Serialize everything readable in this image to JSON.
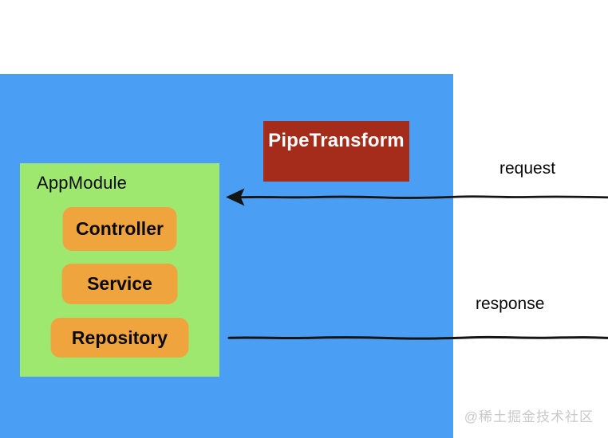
{
  "colors": {
    "canvas-bg": "#ffffff",
    "blue-bg": "#4A9EF3",
    "green-bg": "#9FE870",
    "orange-bg": "#F0A43E",
    "red-bg": "#A52C1B",
    "ink": "#151515",
    "text-dark": "#0a0a0a",
    "text-light": "#ffffff",
    "watermark": "#C9C9C9"
  },
  "diagram": {
    "app_module": {
      "label": "AppModule",
      "components": [
        {
          "label": "Controller"
        },
        {
          "label": "Service"
        },
        {
          "label": "Repository"
        }
      ]
    },
    "pipe": {
      "label": "PipeTransform"
    },
    "flows": [
      {
        "label": "request",
        "direction": "right-to-left",
        "target": "AppModule"
      },
      {
        "label": "response",
        "direction": "left-to-right",
        "source": "Repository"
      }
    ],
    "watermark": "@稀土掘金技术社区"
  }
}
